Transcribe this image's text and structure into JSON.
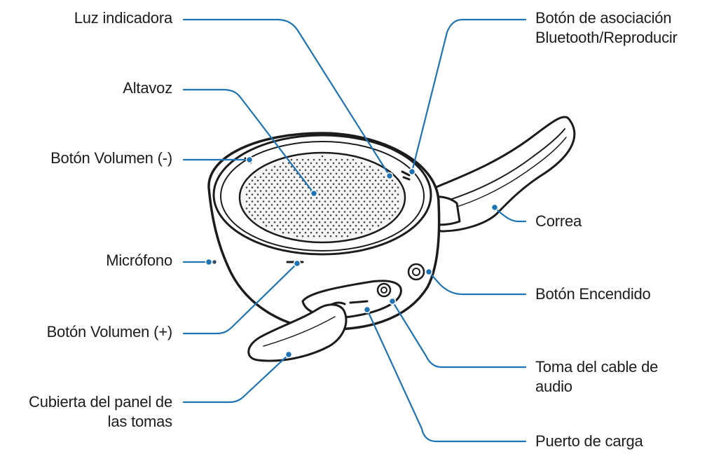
{
  "labels": {
    "luz_indicadora": "Luz indicadora",
    "altavoz": "Altavoz",
    "boton_volumen_menos": "Botón Volumen (-)",
    "microfono": "Micrófono",
    "boton_volumen_mas": "Botón Volumen (+)",
    "cubierta_line1": "Cubierta del panel de",
    "cubierta_line2": "las tomas",
    "boton_asociacion_line1": "Botón de asociación",
    "boton_asociacion_line2": "Bluetooth/Reproducir",
    "correa": "Correa",
    "boton_encendido": "Botón Encendido",
    "toma_audio_line1": "Toma del cable de",
    "toma_audio_line2": "audio",
    "puerto_carga": "Puerto de carga"
  },
  "colors": {
    "leader": "#1e73b4",
    "outline": "#1c1c1c",
    "grille_dot": "#4a4a4a"
  }
}
